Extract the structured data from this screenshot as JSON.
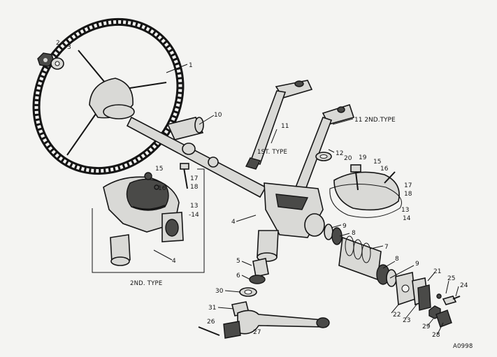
{
  "labels": {
    "n1": "1",
    "n2": "2",
    "n3": "3",
    "n4": "4",
    "n4b": "4",
    "n5": "5",
    "n6": "6",
    "n7": "7",
    "n8": "8",
    "n8b": "8",
    "n9": "9",
    "n9b": "9",
    "n10": "10",
    "n11a": "11",
    "n11b": "11 2ND.TYPE",
    "n12": "12",
    "n13a": "13",
    "n13b": "13",
    "n14a": "-14",
    "n14b": "14",
    "n15a": "15",
    "n15b": "15",
    "n16a": "16",
    "n16b": "16",
    "n17a": "17",
    "n17b": "17",
    "n18a": "18",
    "n18b": "18",
    "n19": "19",
    "n20": "20",
    "n21": "21",
    "n22": "22",
    "n23": "23",
    "n24": "24",
    "n25": "25",
    "n26": "26",
    "n27": "27",
    "n28": "28",
    "n29": "29",
    "n30": "30",
    "n31": "31"
  },
  "captions": {
    "first_type": "1ST. TYPE",
    "second_type_box": "2ND. TYPE",
    "ref": "A0998"
  }
}
